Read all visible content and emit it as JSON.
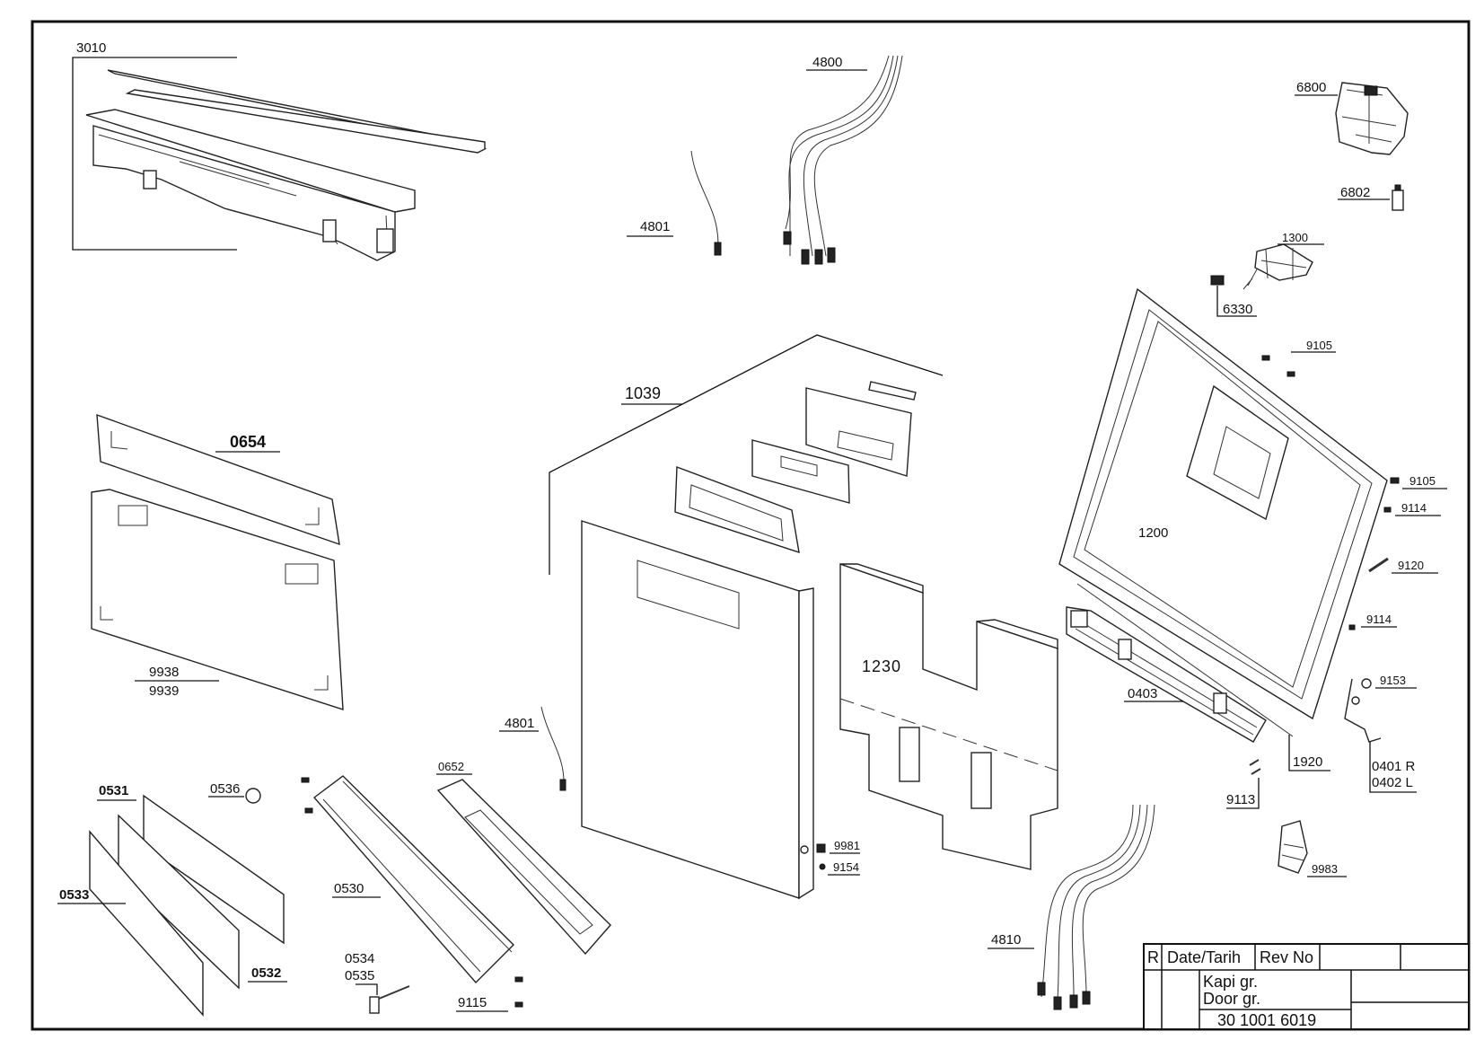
{
  "diagram": {
    "parts": {
      "p3010": "3010",
      "p4800": "4800",
      "p4801a": "4801",
      "p4801b": "4801",
      "p6800": "6800",
      "p6802": "6802",
      "p1300": "1300",
      "p6330": "6330",
      "p9105a": "9105",
      "p9105b": "9105",
      "p9114a": "9114",
      "p9114b": "9114",
      "p9120": "9120",
      "p9153": "9153",
      "p1200": "1200",
      "p1039": "1039",
      "p0654": "0654",
      "p9938": "9938",
      "p9939": "9939",
      "p1230": "1230",
      "p0403": "0403",
      "p1920": "1920",
      "p0401": "0401 R",
      "p0402": "0402 L",
      "p9113": "9113",
      "p9983": "9983",
      "p9981": "9981",
      "p9154": "9154",
      "p0652": "0652",
      "p0531": "0531",
      "p0536": "0536",
      "p0530": "0530",
      "p0533": "0533",
      "p0532": "0532",
      "p0534": "0534",
      "p0535": "0535",
      "p9115": "9115",
      "p4810": "4810"
    },
    "title_block": {
      "r": "R",
      "date": "Date/Tarih",
      "rev": "Rev No",
      "name_tr": "Kapi gr.",
      "name_en": "Door gr.",
      "number": "30 1001 6019"
    }
  }
}
